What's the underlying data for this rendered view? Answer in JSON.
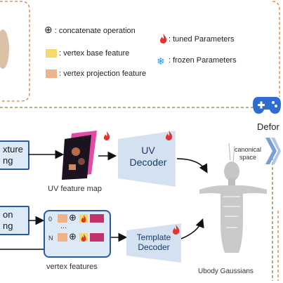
{
  "legend": {
    "concat_symbol": "⊕",
    "concat": ": concatenate operation",
    "tuned": ": tuned Parameters",
    "base": ": vertex base feature",
    "frozen": ": frozen Parameters",
    "projection": ": vertex projection feature"
  },
  "left_box_top": {
    "line1": "xture",
    "line2": "ng"
  },
  "left_box_bottom": {
    "line1": "on",
    "line2": "ng"
  },
  "uv_map_label": "UV feature map",
  "uv_decoder": {
    "line1": "UV",
    "line2": "Decoder"
  },
  "vertex_features": {
    "label": "vertex features",
    "row_top": "0",
    "row_dots": "...",
    "row_bottom": "N"
  },
  "template_decoder": {
    "line1": "Template",
    "line2": "Decoder"
  },
  "canonical_space": {
    "line1": "canonical",
    "line2": "space"
  },
  "gaussians_label": "Ubody Gaussians",
  "deform_label": "Defor",
  "colors": {
    "base_feature": "#f5d96b",
    "projection_feature": "#eeb38a",
    "frozen": "#1e90ff",
    "tuned": "#e3342f",
    "decoder": "#d3e1f0",
    "box_border": "#2b5aa5",
    "panel_border": "#6a8c3a",
    "top_panel_border": "#e07b39"
  }
}
